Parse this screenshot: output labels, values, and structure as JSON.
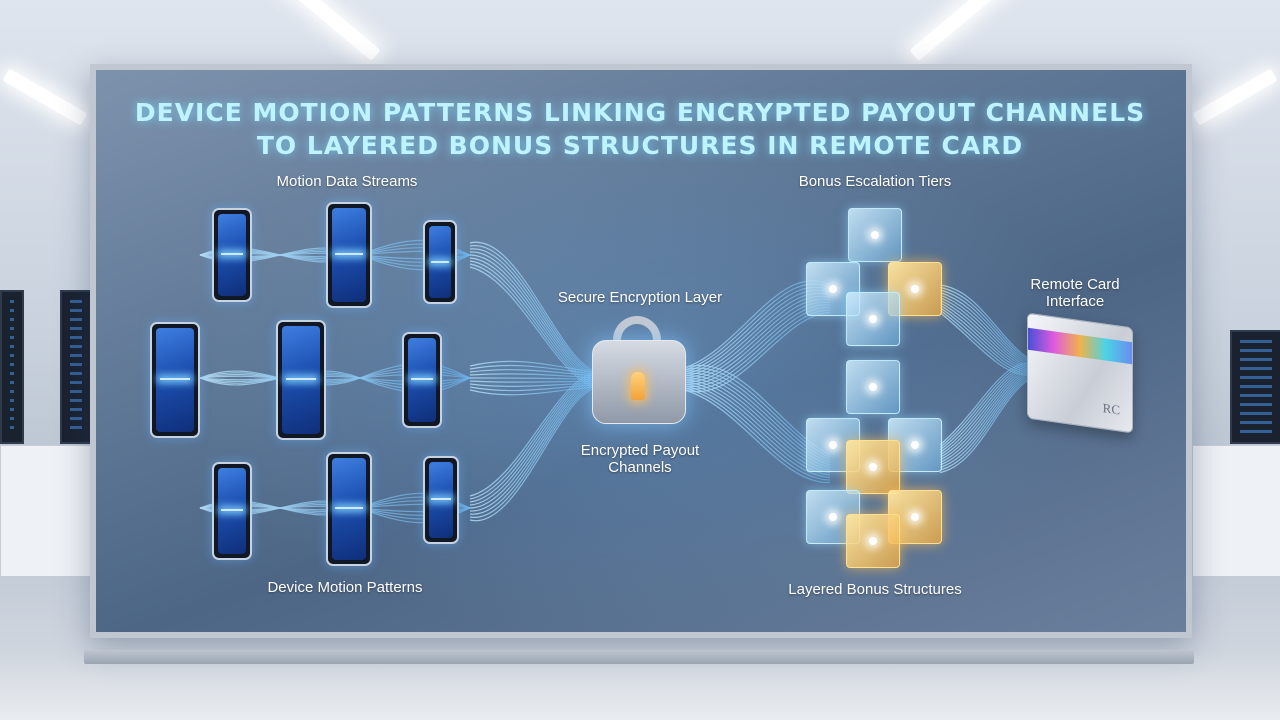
{
  "title": {
    "line1": "DEVICE MOTION PATTERNS LINKING ENCRYPTED PAYOUT CHANNELS",
    "line2": "TO LAYERED BONUS STRUCTURES IN REMOTE CARD"
  },
  "labels": {
    "motion_streams": "Motion Data Streams",
    "device_patterns": "Device Motion Patterns",
    "encryption_layer": "Secure Encryption Layer",
    "payout_channels_1": "Encrypted Payout",
    "payout_channels_2": "Channels",
    "bonus_tiers": "Bonus Escalation Tiers",
    "layered_bonus": "Layered Bonus Structures",
    "remote_card_1": "Remote Card",
    "remote_card_2": "Interface"
  },
  "card": {
    "logo": "RC"
  },
  "colors": {
    "title": "#bff3ff",
    "stream": "#8fd8ff",
    "gold": "#f5b544",
    "panel": "#5f7896"
  }
}
